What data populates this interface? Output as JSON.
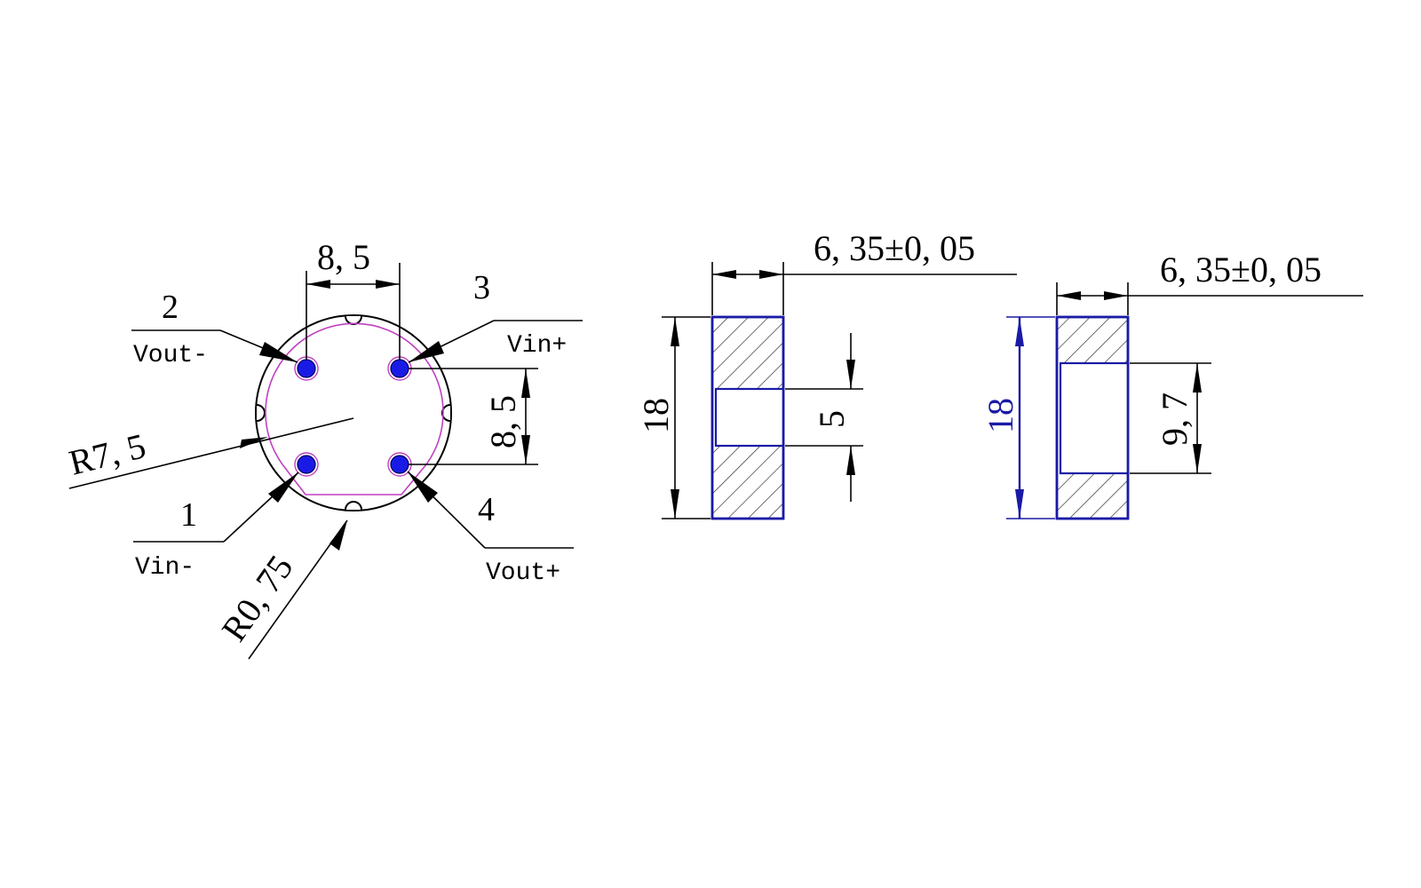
{
  "front_view": {
    "pin_spacing_horizontal": "8, 5",
    "pin_spacing_vertical": "8, 5",
    "outer_radius": "R7, 5",
    "notch_radius": "R0, 75",
    "pins": [
      {
        "number": "2",
        "signal": "Vout-"
      },
      {
        "number": "3",
        "signal": "Vin+"
      },
      {
        "number": "1",
        "signal": "Vin-"
      },
      {
        "number": "4",
        "signal": "Vout+"
      }
    ]
  },
  "side_view_a": {
    "thickness": "6, 35±0, 05",
    "height": "18",
    "cavity": "5"
  },
  "side_view_b": {
    "thickness": "6, 35±0, 05",
    "height": "18",
    "cavity": "9, 7"
  },
  "colors": {
    "outline": "#1a1aa6",
    "pcb": "#c040c0",
    "pin": "#1a1ae6"
  }
}
